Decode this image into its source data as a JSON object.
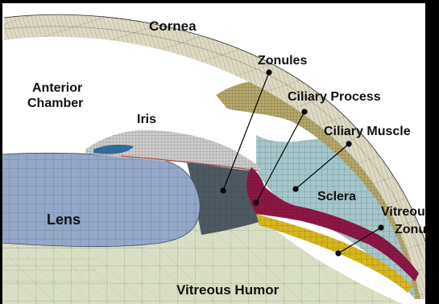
{
  "colors": {
    "cornea": "#ddd9c3",
    "sclera": "#a4c7cb",
    "ciliary_muscle": "#b5a86a",
    "ciliary_process": "#8f1646",
    "zonules": "#4e5a62",
    "vitreous_zonule": "#d6b51b",
    "lens": "#94a7c8",
    "vitreous_humor": "#d9dfc5",
    "iris": "#cdcdcd",
    "iris_pigment": "#2f6c9c",
    "mesh_line": "#2a2a2a",
    "border": "#000000"
  },
  "labels": {
    "cornea": "Cornea",
    "anterior_chamber_line1": "Anterior",
    "anterior_chamber_line2": "Chamber",
    "iris": "Iris",
    "zonules": "Zonules",
    "ciliary_process": "Ciliary Process",
    "ciliary_muscle": "Ciliary Muscle",
    "sclera": "Sclera",
    "vitreous_zonule_line1": "Vitreous",
    "vitreous_zonule_line2": "Zonule",
    "lens": "Lens",
    "vitreous_humor": "Vitreous Humor"
  }
}
